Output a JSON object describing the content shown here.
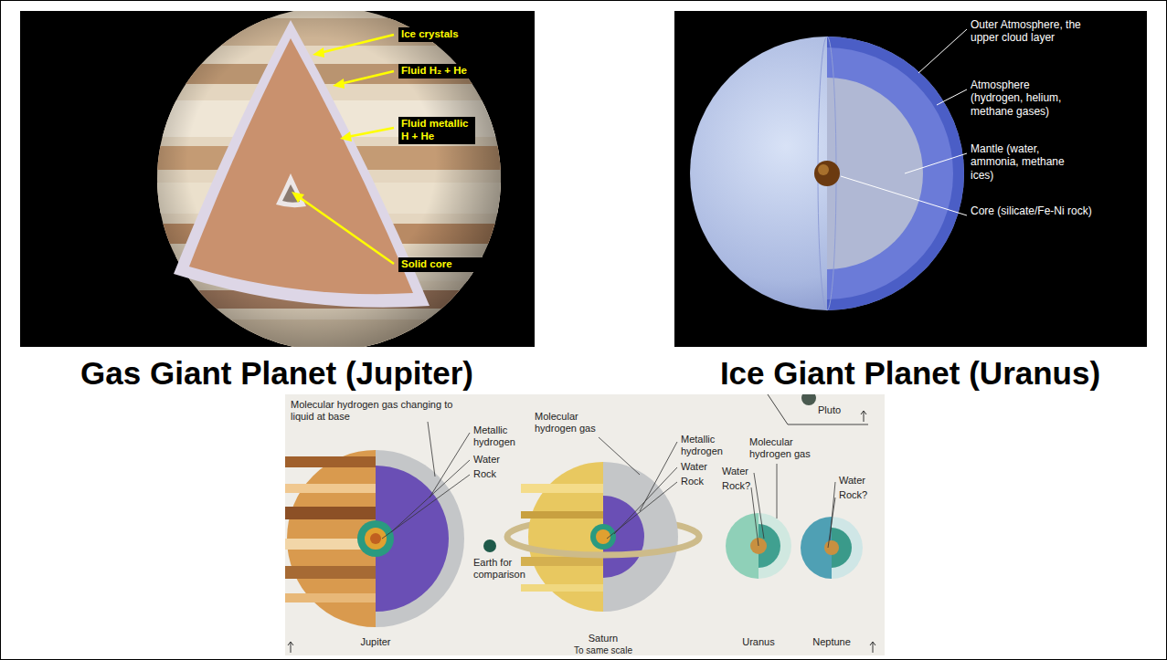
{
  "diagram": {
    "labels": [
      "Ice crystals",
      "Fluid H₂ + He",
      "Fluid metallic H + He",
      "Solid core",
      "Gas Giant Planet (Jupiter)",
      "Outer Atmosphere, the upper cloud layer",
      "Atmosphere (hydrogen, helium, methane gases)",
      "Mantle (water, ammonia, methane ices)",
      "Core (silicate/Fe-Ni rock)",
      "Ice Giant Planet (Uranus)",
      "Molecular hydrogen gas changing to liquid at base",
      "Metallic hydrogen",
      "Water",
      "Rock",
      "Earth for comparison",
      "Jupiter",
      "Molecular hydrogen gas",
      "Metallic hydrogen",
      "Water",
      "Rock",
      "Saturn",
      "To same scale",
      "Pluto",
      "Molecular hydrogen gas",
      "Water",
      "Rock?",
      "Uranus",
      "Water",
      "Rock?",
      "Neptune"
    ]
  }
}
